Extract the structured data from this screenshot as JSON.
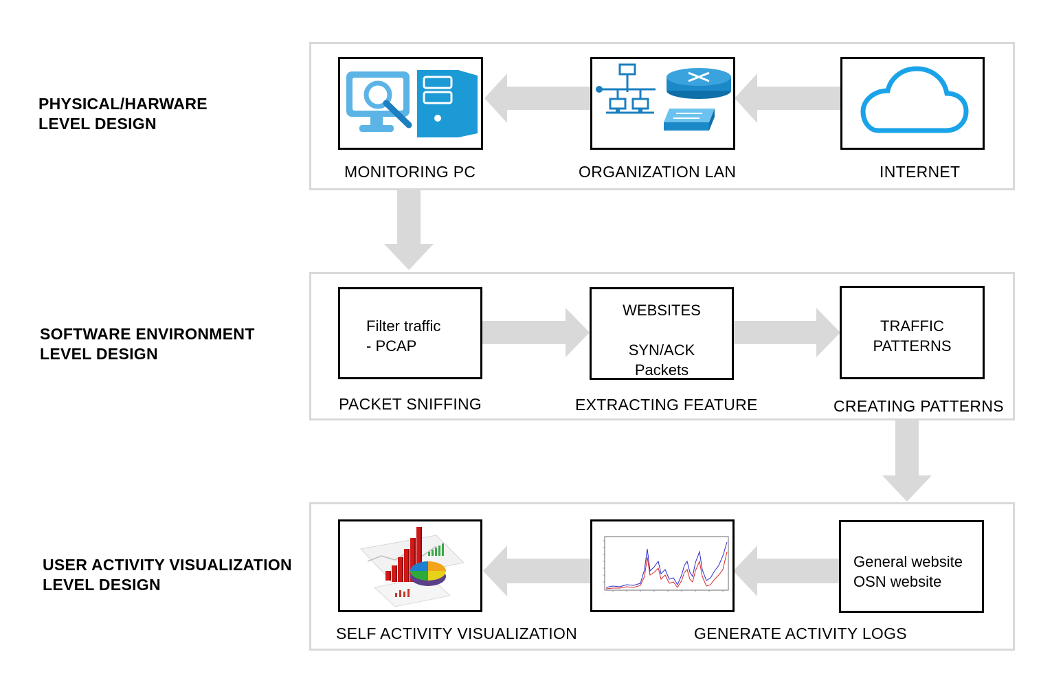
{
  "levels": {
    "physical": {
      "line1": "PHYSICAL/HARWARE",
      "line2": "LEVEL DESIGN"
    },
    "software": {
      "line1": "SOFTWARE ENVIRONMENT",
      "line2": "LEVEL DESIGN"
    },
    "user": {
      "line1": "USER ACTIVITY VISUALIZATION",
      "line2": "LEVEL DESIGN"
    }
  },
  "physical_row": {
    "monitoring_pc": {
      "caption": "MONITORING PC",
      "icon": "monitoring-pc-icon"
    },
    "organization_lan": {
      "caption": "ORGANIZATION LAN",
      "icon": "network-icon"
    },
    "internet": {
      "caption": "INTERNET",
      "icon": "cloud-icon"
    }
  },
  "software_row": {
    "packet_sniffing": {
      "caption": "PACKET SNIFFING",
      "line1": "Filter traffic",
      "line2": "- PCAP"
    },
    "extracting_feature": {
      "caption": "EXTRACTING FEATURE",
      "line1": "WEBSITES",
      "line2": "SYN/ACK",
      "line3": "Packets"
    },
    "creating_patterns": {
      "caption": "CREATING PATTERNS",
      "line1": "TRAFFIC",
      "line2": "PATTERNS"
    }
  },
  "user_row": {
    "self_activity": {
      "caption": "SELF ACTIVITY VISUALIZATION",
      "icon": "analytics-chart-icon"
    },
    "activity_logs": {
      "caption": "GENERATE ACTIVITY LOGS",
      "icon": "line-graph-icon"
    },
    "websites": {
      "line1": "General website",
      "line2": "OSN website"
    }
  },
  "colors": {
    "arrow": "#d9d9d9",
    "panel_border": "#d9d9d9",
    "icon_blue": "#1b9ad6",
    "icon_light_blue": "#5bb4e5",
    "cloud_blue": "#1aa3e8"
  }
}
